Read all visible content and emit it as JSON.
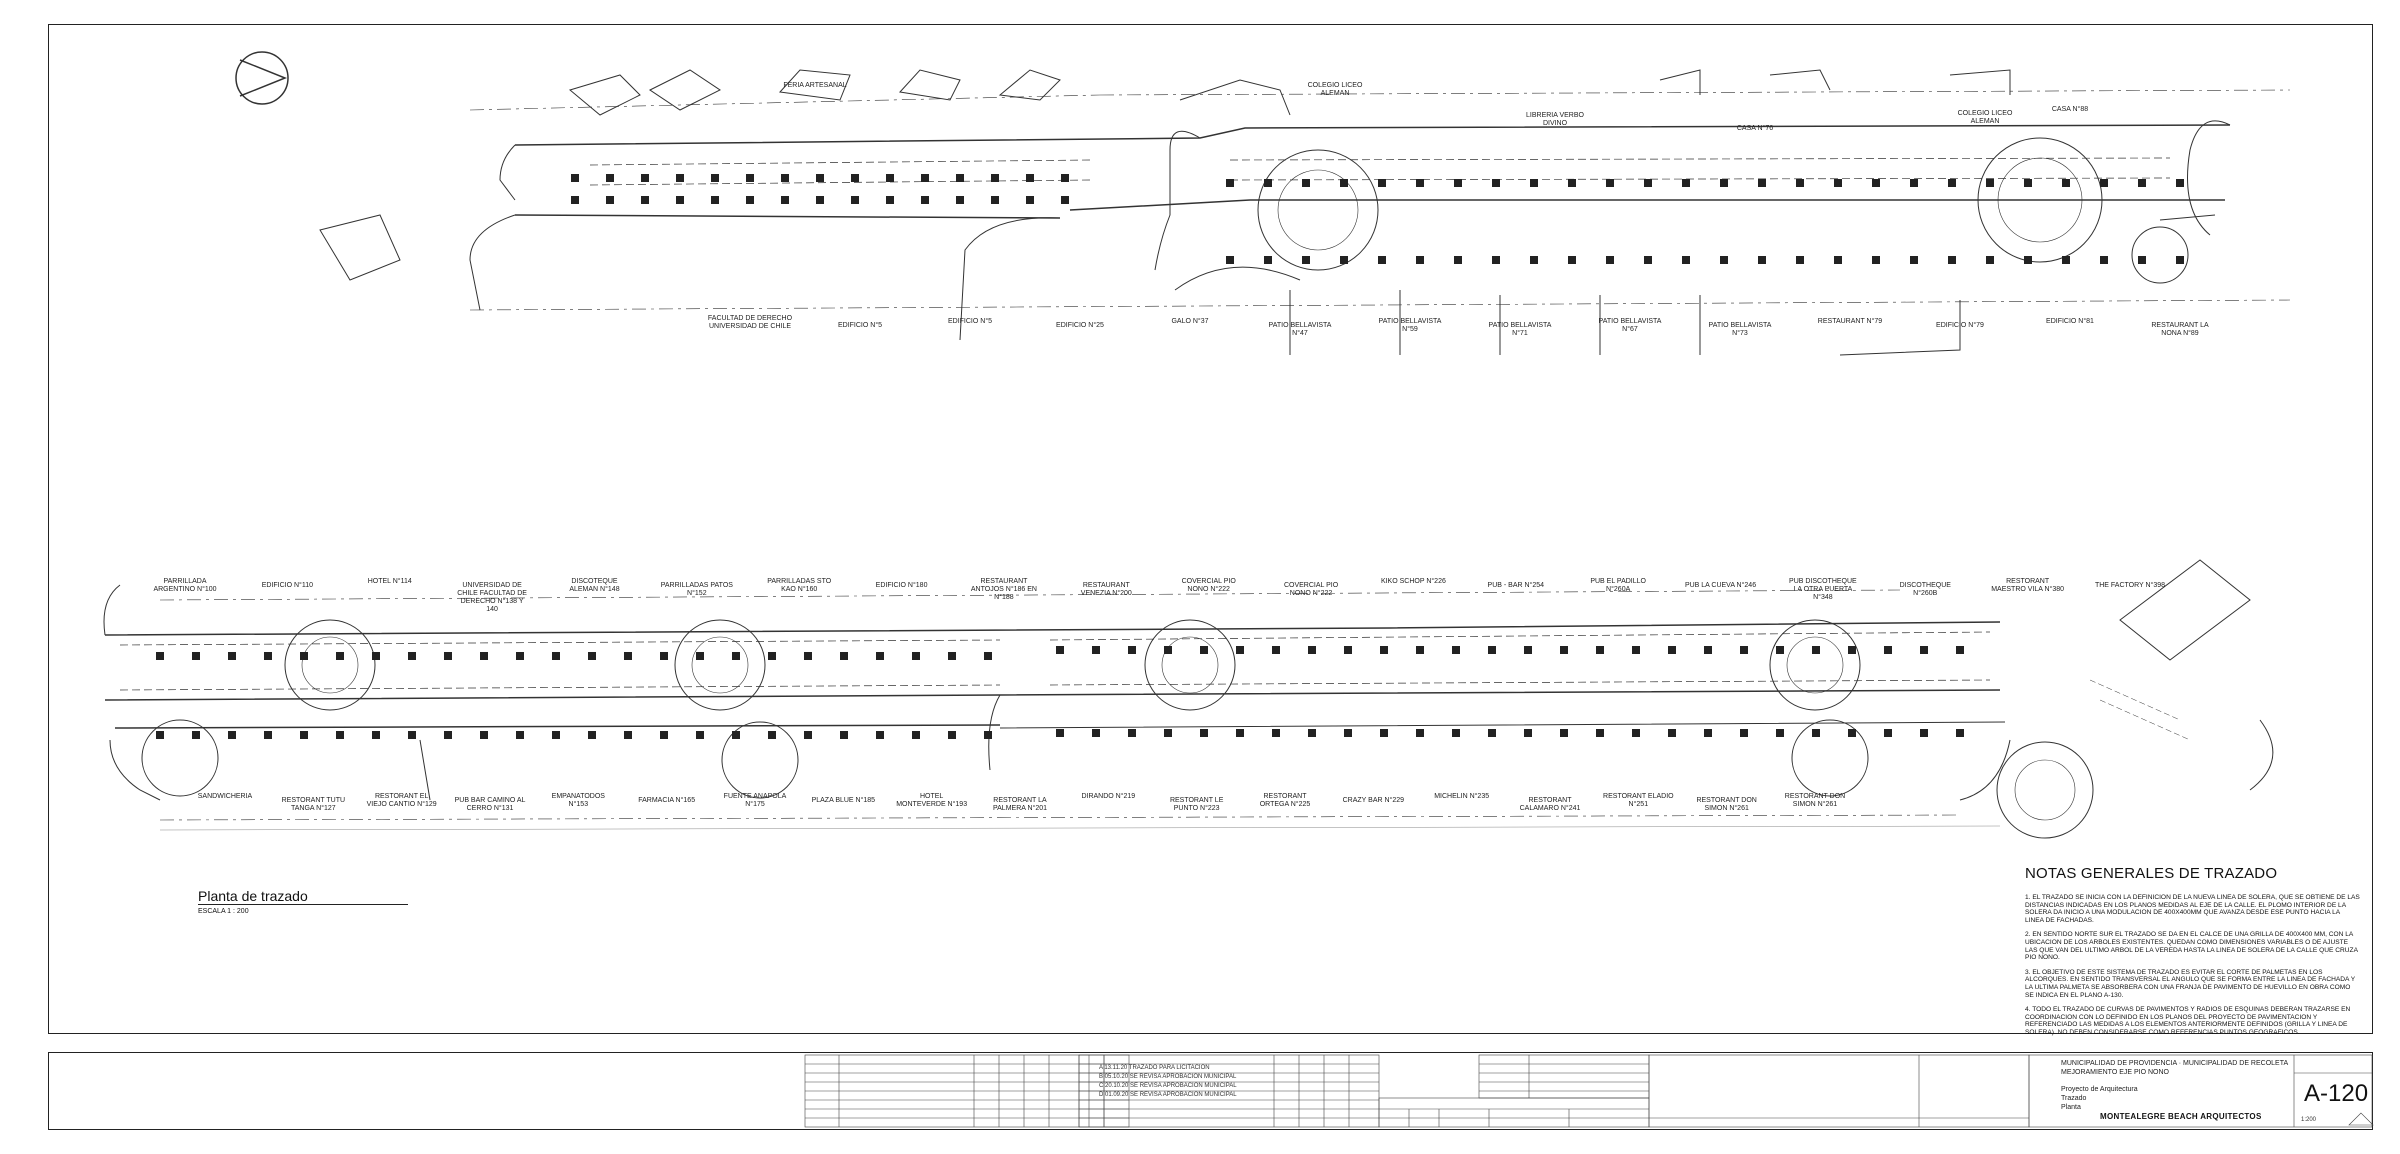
{
  "sheet": {
    "plan_title": "Planta de trazado",
    "plan_scale": "ESCALA 1 : 200",
    "sheet_number": "A-120",
    "firm": "MONTEALEGRE BEACH ARQUITECTOS",
    "client_line": "MUNICIPALIDAD DE PROVIDENCIA · MUNICIPALIDAD DE RECOLETA",
    "project_line": "MEJORAMIENTO EJE PIO NONO",
    "sub_lines": [
      "Proyecto de Arquitectura",
      "Trazado",
      "Planta"
    ],
    "scale_label": "1:200"
  },
  "notes": {
    "title": "NOTAS GENERALES DE TRAZADO",
    "items": [
      "1. EL TRAZADO SE INICIA CON LA DEFINICION DE LA NUEVA LINEA DE SOLERA, QUE SE OBTIENE DE LAS DISTANCIAS INDICADAS EN LOS PLANOS MEDIDAS AL EJE DE LA CALLE. EL PLOMO INTERIOR DE LA SOLERA DA INICIO A UNA MODULACION DE 400X400MM QUE AVANZA DESDE ESE PUNTO HACIA LA LINEA DE FACHADAS.",
      "2. EN SENTIDO NORTE SUR EL TRAZADO SE DA EN EL CALCE DE UNA GRILLA DE 400X400 MM, CON LA UBICACION DE LOS ARBOLES EXISTENTES. QUEDAN COMO DIMENSIONES VARIABLES O DE AJUSTE LAS QUE VAN DEL ULTIMO ARBOL DE LA VEREDA HASTA LA LINEA DE SOLERA DE LA CALLE QUE CRUZA PIO NONO.",
      "3. EL OBJETIVO DE ESTE SISTEMA DE TRAZADO ES EVITAR EL CORTE DE PALMETAS EN LOS ALCORQUES. EN SENTIDO TRANSVERSAL EL ANGULO QUE SE FORMA ENTRE LA LINEA DE FACHADA Y LA ULTIMA PALMETA SE ABSORBERA CON UNA FRANJA DE PAVIMENTO DE HUEVILLO EN OBRA COMO SE INDICA EN EL PLANO A-130.",
      "4. TODO EL TRAZADO DE CURVAS DE PAVIMENTOS Y RADIOS DE ESQUINAS DEBERAN TRAZARSE EN COORDINACION CON LO DEFINIDO EN LOS PLANOS DEL PROYECTO DE PAVIMENTACION Y REFERENCIADO LAS MEDIDAS A LOS ELEMENTOS ANTERIORMENTE DEFINIDOS (GRILLA Y LINEA DE SOLERA). NO DEBEN CONSIDERARSE COMO REFERENCIAS PUNTOS GEOGRAFICOS."
    ]
  },
  "top_labels": [
    "FERIA ARTESANAL",
    "COLEGIO LICEO ALEMAN",
    "LIBRERIA VERBO DIVINO",
    "CASA N°76",
    "COLEGIO LICEO ALEMAN",
    "CASA N°88",
    "FACULTAD DE DERECHO UNIVERSIDAD DE CHILE",
    "EDIFICIO N°5",
    "EDIFICIO N°5",
    "EDIFICIO N°25",
    "GALO N°37",
    "PATIO BELLAVISTA N°47",
    "PATIO BELLAVISTA N°59",
    "PATIO BELLAVISTA N°71",
    "PATIO BELLAVISTA N°67",
    "PATIO BELLAVISTA N°73",
    "RESTAURANT N°79",
    "EDIFICIO N°79",
    "EDIFICIO N°81",
    "RESTAURANT LA NONA N°89"
  ],
  "bottom_north_labels": [
    "PARRILLADA ARGENTINO N°100",
    "EDIFICIO N°110",
    "HOTEL N°114",
    "UNIVERSIDAD DE CHILE FACULTAD DE DERECHO N°138 Y 140",
    "DISCOTEQUE ALEMAN N°148",
    "PARRILLADAS PATOS N°152",
    "PARRILLADAS STO KAO N°160",
    "EDIFICIO N°180",
    "RESTAURANT ANTOJOS N°186 EN N°188",
    "RESTAURANT VENEZIA N°200",
    "COVERCIAL PIO NONO N°222",
    "COVERCIAL PIO NONO N°222",
    "KIKO SCHOP N°226",
    "PUB - BAR N°254",
    "PUB EL PADILLO N°260A",
    "PUB LA CUEVA N°246",
    "PUB DISCOTHEQUE LA OTRA PUERTA N°348",
    "DISCOTHEQUE N°260B",
    "RESTORANT MAESTRO VILA N°380",
    "THE FACTORY N°398"
  ],
  "bottom_south_labels": [
    "SANDWICHERIA",
    "RESTORANT TUTU TANGA N°127",
    "RESTORANT EL VIEJO CANTIO N°129",
    "PUB BAR CAMINO AL CERRO N°131",
    "EMPANATODOS N°153",
    "FARMACIA N°165",
    "FUENTE ANAPOLA N°175",
    "PLAZA BLUE N°185",
    "HOTEL MONTEVERDE N°193",
    "RESTORANT LA PALMERA N°201",
    "DIRANDO N°219",
    "RESTORANT LE PUNTO N°223",
    "RESTORANT ORTEGA N°225",
    "CRAZY BAR N°229",
    "MICHELIN N°235",
    "RESTORANT CALAMARO N°241",
    "RESTORANT ELADIO N°251",
    "RESTORANT DON SIMON N°261",
    "RESTORANT DON SIMON N°261"
  ],
  "colors": {
    "ink": "#222222",
    "paper": "#ffffff",
    "hatch": "#555555"
  }
}
